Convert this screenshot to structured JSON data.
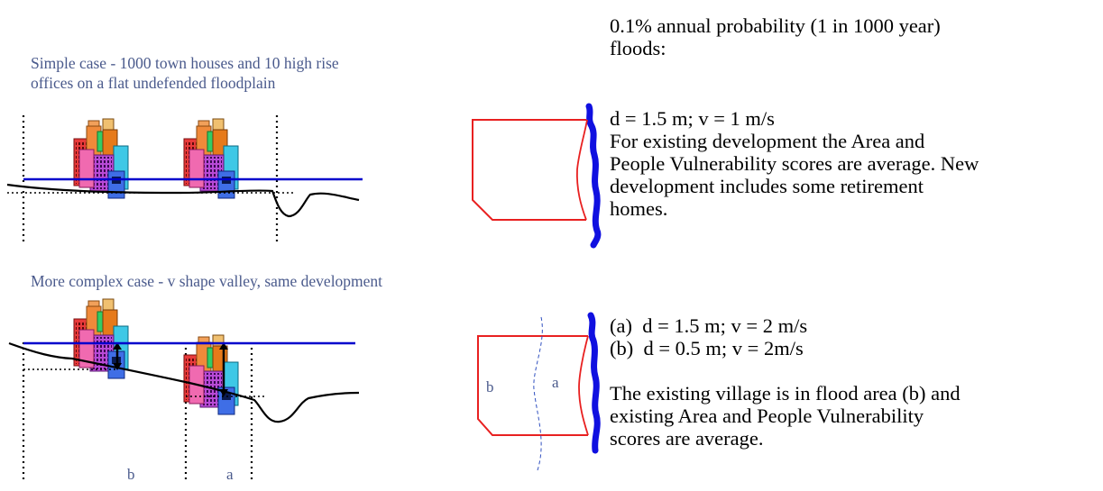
{
  "left_panel": {
    "simple_case_caption_line1": "Simple case - 1000 town houses and 10 high rise",
    "simple_case_caption_line2": "offices on a flat undefended floodplain",
    "complex_case_caption": "More complex case - v shape valley, same development",
    "zone_label_b": "b",
    "zone_label_a": "a"
  },
  "middle_panel": {
    "zone_label_b": "b",
    "zone_label_a": "a"
  },
  "right_panel": {
    "heading_line1": "0.1% annual probability (1 in 1000 year)",
    "heading_line2": "floods:",
    "case1_values": "d = 1.5 m; v = 1 m/s",
    "case1_desc_line1": "For existing development the Area and",
    "case1_desc_line2": "People Vulnerability scores are average. New",
    "case1_desc_line3": "development includes some retirement",
    "case1_desc_line4": "homes.",
    "case2_a": "(a)  d = 1.5 m; v = 2 m/s",
    "case2_b": "(b)  d = 0.5 m; v = 2m/s",
    "case2_desc_line1": "The existing village is in flood area (b) and",
    "case2_desc_line2": "existing Area and People Vulnerability",
    "case2_desc_line3": "scores are average."
  },
  "colors": {
    "caption_text": "#4a5a8c",
    "water_line": "#0000cc",
    "flood_outline": "#e82020",
    "river_bank": "#1010e0",
    "ground": "#000000"
  }
}
